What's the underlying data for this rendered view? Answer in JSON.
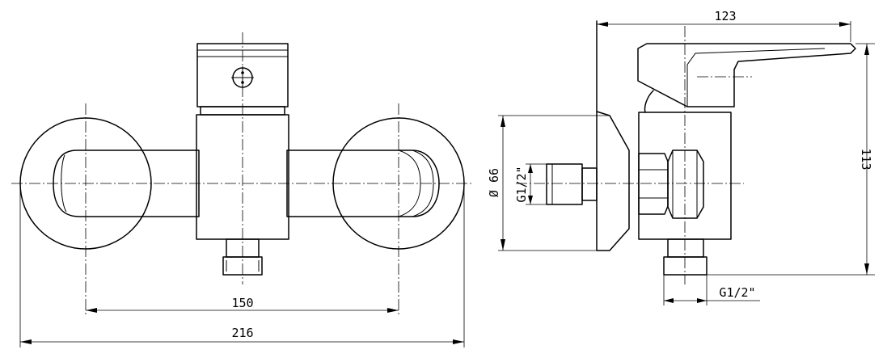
{
  "drawing": {
    "front_view": {
      "dim_inner": "150",
      "dim_outer": "216"
    },
    "side_view": {
      "dim_depth": "123",
      "dim_height": "113",
      "dim_diameter": "Ø 66",
      "dim_thread_inlet": "G1/2\"",
      "dim_thread_outlet": "G1/2\""
    }
  }
}
